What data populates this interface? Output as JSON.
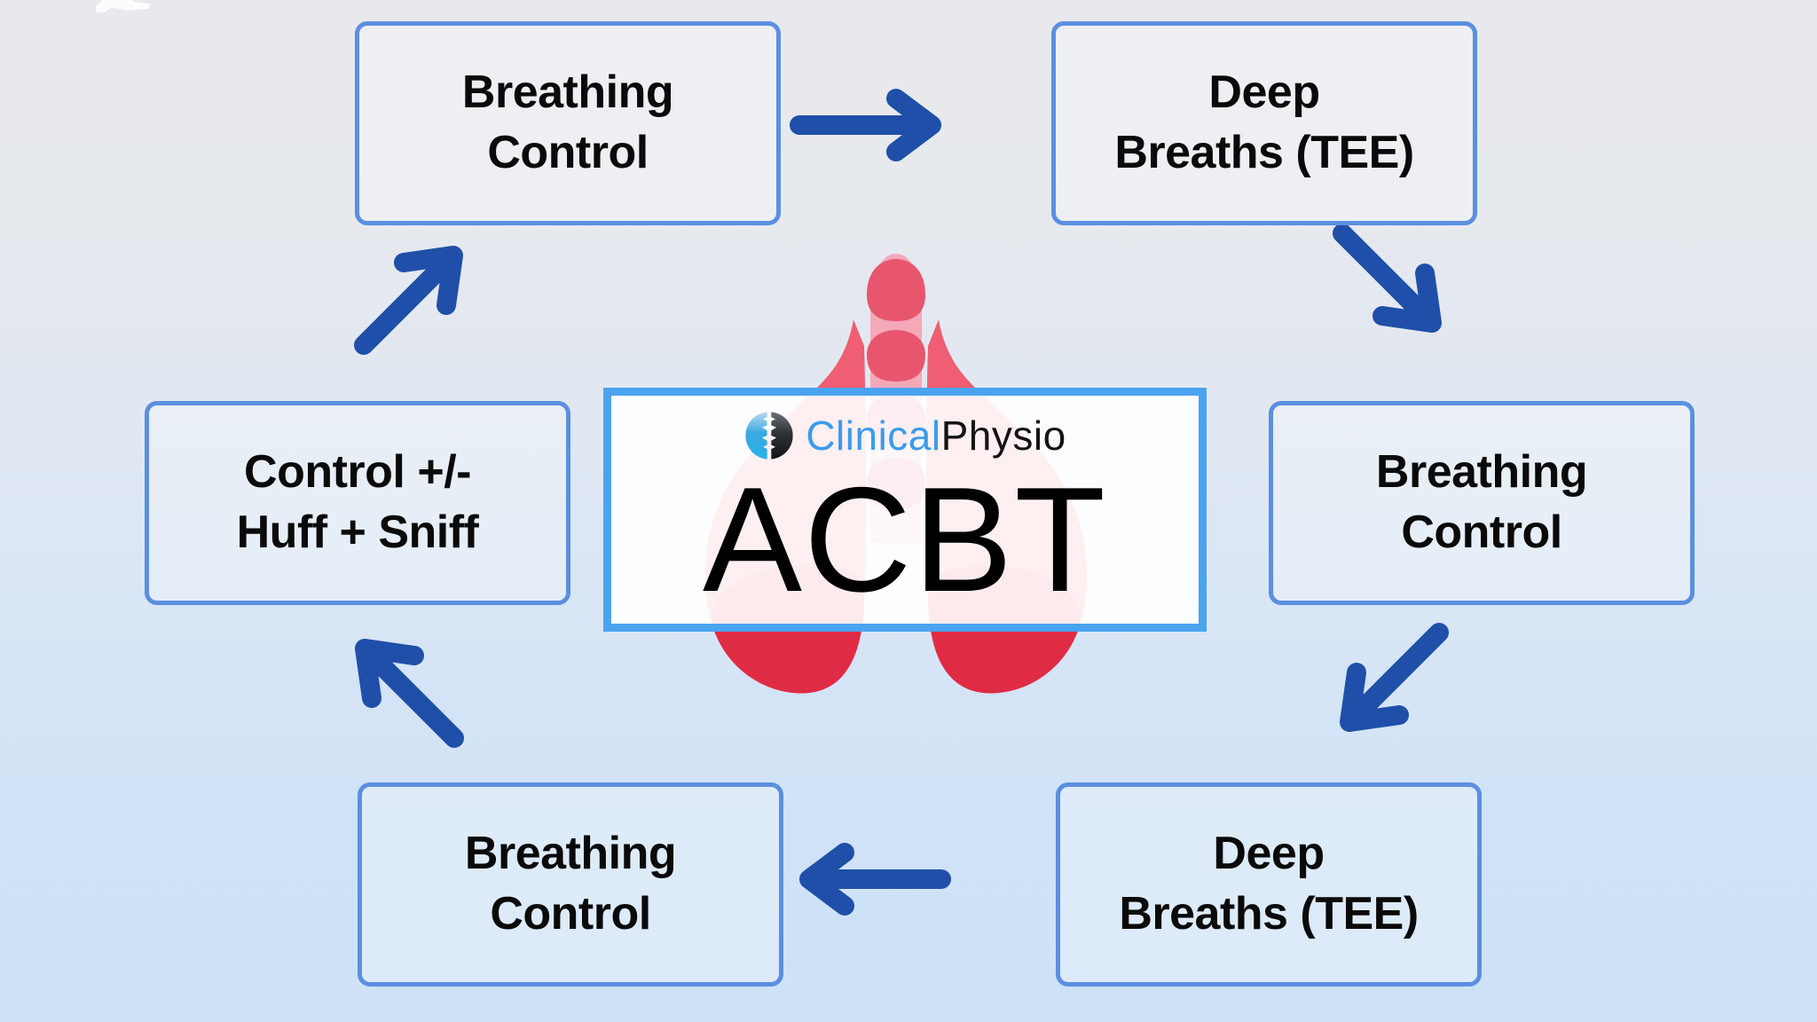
{
  "diagram": {
    "title": "ACBT",
    "brand": {
      "icon": "split-spine-circle-icon",
      "name_primary": "Clinical",
      "name_secondary": "Physio"
    },
    "colors": {
      "arrow": "#1f4fa8",
      "node_border": "#5b8fe0",
      "card_border": "#4ba3f0",
      "brand_blue": "#3a9bee",
      "brand_dark": "#141414",
      "lung_light": "#ef5e72",
      "lung_dark": "#e02b45",
      "trachea_light": "#f5a8b8",
      "trachea_ring": "#e8566e",
      "background_top": "#e8e9ec",
      "background_bottom": "#cde1f7",
      "text": "#0a0a0a"
    },
    "nodes": [
      {
        "id": "node-top-left",
        "line1": "Breathing",
        "line2": "Control"
      },
      {
        "id": "node-top-right",
        "line1": "Deep",
        "line2": "Breaths (TEE)"
      },
      {
        "id": "node-right",
        "line1": "Breathing",
        "line2": "Control"
      },
      {
        "id": "node-bottom-right",
        "line1": "Deep",
        "line2": "Breaths (TEE)"
      },
      {
        "id": "node-bottom-left",
        "line1": "Breathing",
        "line2": "Control"
      },
      {
        "id": "node-left",
        "line1": "Control +/-",
        "line2": "Huff + Sniff"
      }
    ],
    "arrows": [
      {
        "id": "arrow-top",
        "direction": "right",
        "from": "node-top-left",
        "to": "node-top-right"
      },
      {
        "id": "arrow-right-upper",
        "direction": "down-right",
        "from": "node-top-right",
        "to": "node-right"
      },
      {
        "id": "arrow-right-lower",
        "direction": "down-left",
        "from": "node-right",
        "to": "node-bottom-right"
      },
      {
        "id": "arrow-bottom",
        "direction": "left",
        "from": "node-bottom-right",
        "to": "node-bottom-left"
      },
      {
        "id": "arrow-left-lower",
        "direction": "up-left",
        "from": "node-bottom-left",
        "to": "node-left"
      },
      {
        "id": "arrow-left-upper",
        "direction": "up-right",
        "from": "node-left",
        "to": "node-top-left"
      }
    ],
    "illustration": "lungs-with-trachea"
  }
}
